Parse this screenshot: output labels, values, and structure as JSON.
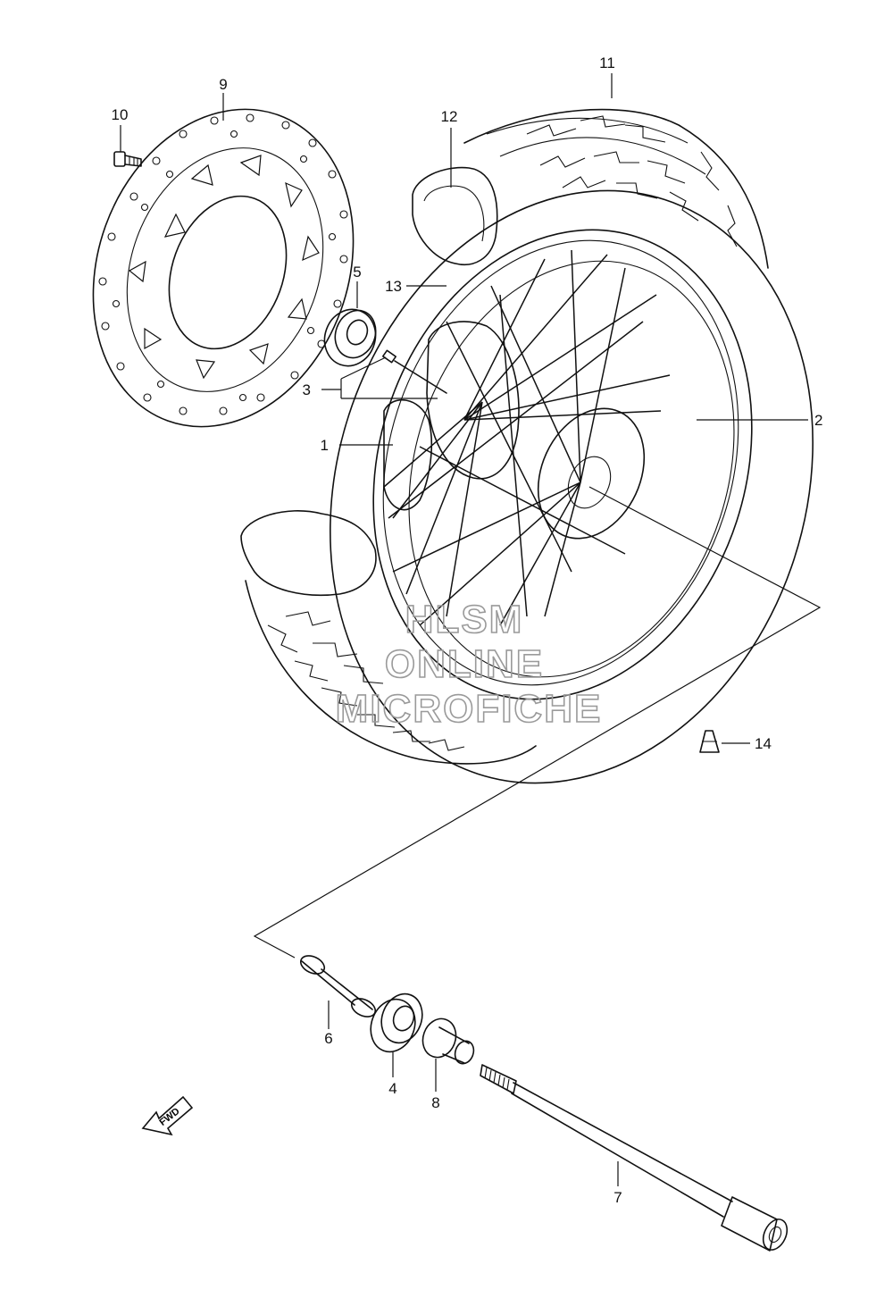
{
  "callouts": {
    "c1": "1",
    "c2": "2",
    "c3": "3",
    "c4": "4",
    "c5": "5",
    "c6": "6",
    "c7": "7",
    "c8": "8",
    "c9": "9",
    "c10": "10",
    "c11": "11",
    "c12": "12",
    "c13": "13",
    "c14": "14"
  },
  "watermark": {
    "line1": "HLSM",
    "line2": "ONLINE",
    "line3": "MICROFICHE"
  },
  "fwd_label": "FWD"
}
